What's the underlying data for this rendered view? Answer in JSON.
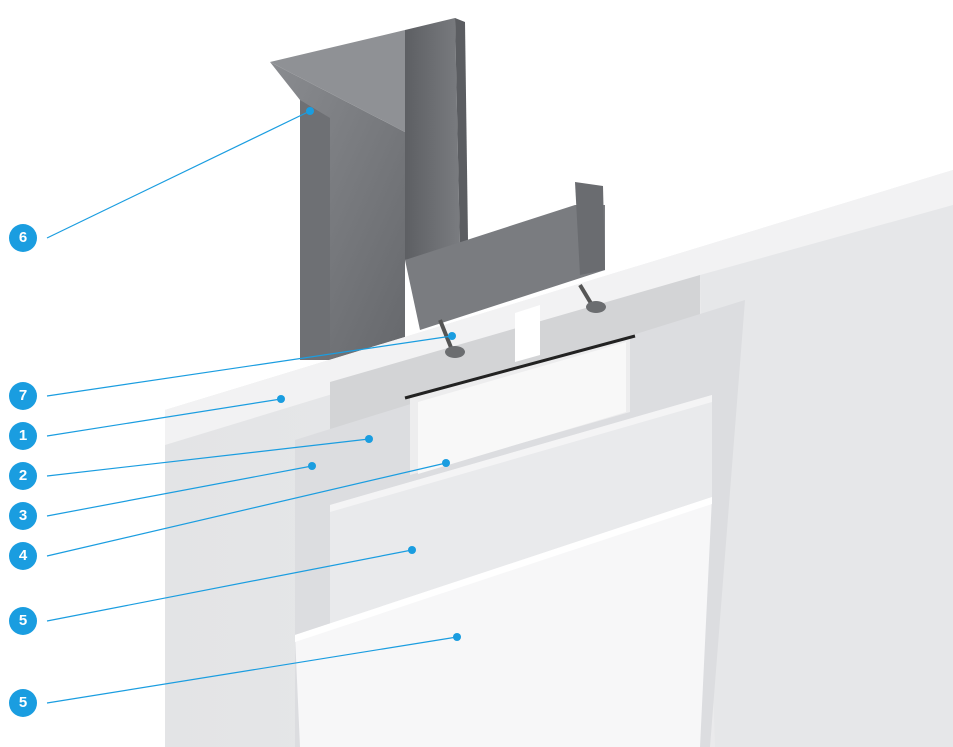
{
  "callouts": [
    {
      "id": "c6",
      "number": "6"
    },
    {
      "id": "c7",
      "number": "7"
    },
    {
      "id": "c1",
      "number": "1"
    },
    {
      "id": "c2",
      "number": "2"
    },
    {
      "id": "c3",
      "number": "3"
    },
    {
      "id": "c4",
      "number": "4"
    },
    {
      "id": "c5a",
      "number": "5"
    },
    {
      "id": "c5b",
      "number": "5"
    }
  ],
  "colors": {
    "callout": "#1a9de0",
    "steel": "#7d7f84",
    "board": "#e8e9eb",
    "insulation": "#f6f6f6"
  }
}
